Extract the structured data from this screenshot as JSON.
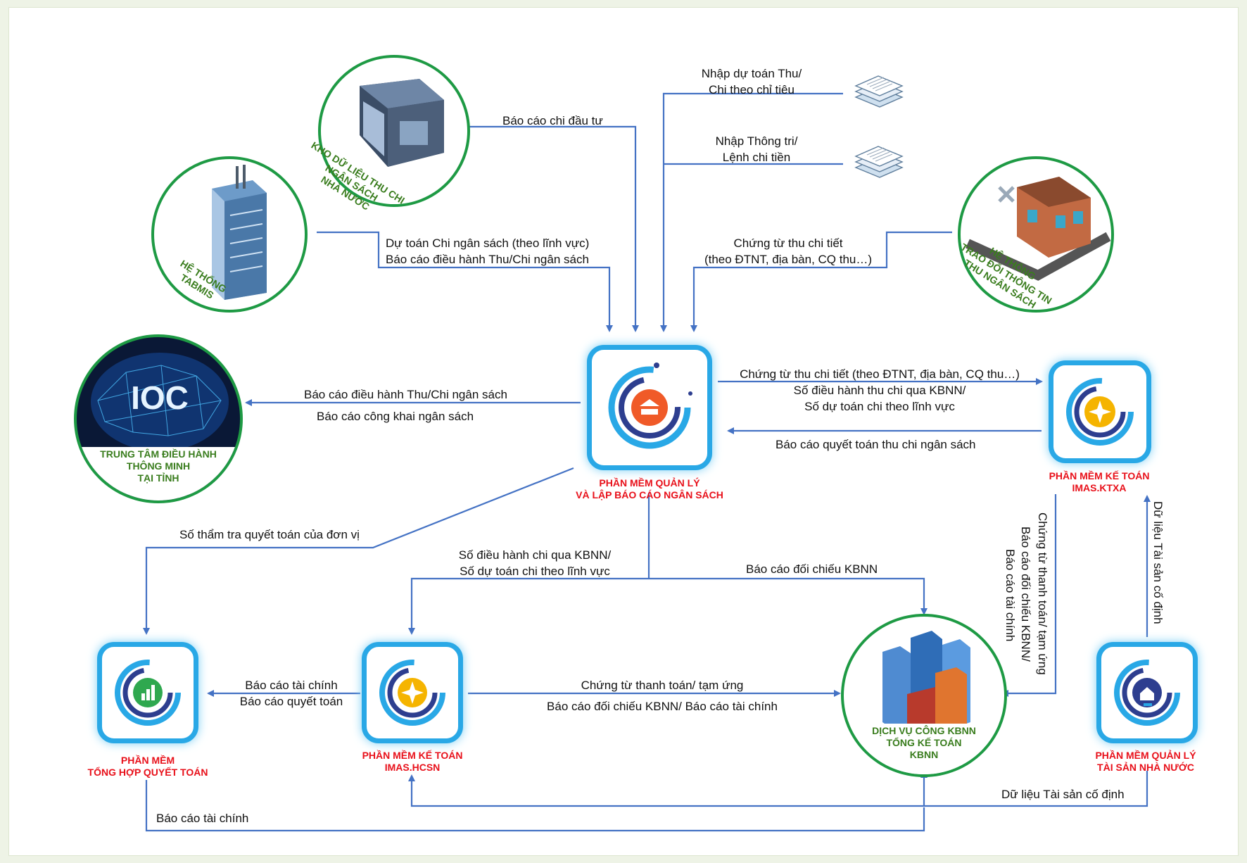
{
  "nodes": {
    "warehouse": {
      "lines": [
        "KHO DỮ LIỆU THU CHI",
        "NGÂN SÁCH",
        "NHÀ NƯỚC"
      ]
    },
    "tabmis": {
      "lines": [
        "HỆ THỐNG",
        "TABMIS"
      ]
    },
    "exchange": {
      "lines": [
        "HỆ THỐNG",
        "TRAO ĐỔI THÔNG TIN",
        "THU NGÂN SÁCH"
      ]
    },
    "ioc": {
      "badge": "IOC",
      "lines": [
        "TRUNG TÂM ĐIỀU HÀNH",
        "THÔNG MINH",
        "TẠI TỈNH"
      ]
    },
    "budget_app": {
      "lines": [
        "PHẦN MỀM QUẢN LÝ",
        "VÀ LẬP BÁO CÁO NGÂN SÁCH"
      ]
    },
    "ktxa_app": {
      "lines": [
        "PHẦN MỀM KẾ TOÁN",
        "IMAS.KTXA"
      ]
    },
    "summary_app": {
      "lines": [
        "PHẦN MỀM",
        "TỔNG HỢP QUYẾT TOÁN"
      ]
    },
    "hcsn_app": {
      "lines": [
        "PHẦN MỀM KẾ TOÁN",
        "IMAS.HCSN"
      ]
    },
    "kbnn": {
      "lines": [
        "DỊCH VỤ CÔNG KBNN",
        "TỔNG KẾ TOÁN",
        "KBNN"
      ]
    },
    "asset_app": {
      "lines": [
        "PHẦN MỀM QUẢN LÝ",
        "TÀI SẢN NHÀ NƯỚC"
      ]
    }
  },
  "labels": {
    "invest_report": "Báo cáo chi đầu tư",
    "tabmis_1": "Dự toán Chi ngân sách (theo lĩnh vực)",
    "tabmis_2": "Báo cáo điều hành Thu/Chi ngân sách",
    "plan_input_1": "Nhập dự toán Thu/",
    "plan_input_2": "Chi theo chỉ tiêu",
    "order_input_1": "Nhập Thông tri/",
    "order_input_2": "Lệnh chi tiền",
    "exchange_1": "Chứng từ thu chi tiết",
    "exchange_2": "(theo ĐTNT, địa bàn, CQ thu…)",
    "ioc_1": "Báo cáo điều hành Thu/Chi ngân sách",
    "ioc_2": "Báo cáo công khai ngân sách",
    "to_ktxa_1": "Chứng từ thu chi tiết (theo ĐTNT, địa bàn, CQ thu…)",
    "to_ktxa_2": "Số điều hành thu chi qua KBNN/",
    "to_ktxa_3": "Số dự toán chi theo lĩnh vực",
    "from_ktxa": "Báo cáo quyết toán thu chi ngân sách",
    "audit": "Số thẩm tra quyết toán của đơn vị",
    "to_hcsn_1": "Số điều hành chi qua KBNN/",
    "to_hcsn_2": "Số dự toán chi theo lĩnh vực",
    "reconcile": "Báo cáo đối chiếu KBNN",
    "ktxa_kbnn_1": "Chứng từ thanh toán/ tạm ứng",
    "ktxa_kbnn_2": "Báo cáo đối chiếu KBNN/",
    "ktxa_kbnn_3": "Báo cáo tài chính",
    "asset_up": "Dữ liệu Tài sản cố định",
    "hcsn_summary_1": "Báo cáo tài chính",
    "hcsn_summary_2": "Báo cáo quyết toán",
    "hcsn_kbnn_1": "Chứng từ thanh toán/ tạm ứng",
    "hcsn_kbnn_2": "Báo cáo đối chiếu KBNN/ Báo cáo tài chính",
    "asset_bottom": "Dữ liệu Tài sản cố định",
    "summary_bottom": "Báo cáo tài chính"
  },
  "colors": {
    "arrow": "#4472c4",
    "ring": "#1e9a44",
    "app_border": "#29a8e6",
    "title_red": "#e8101a",
    "circle_text": "#3a7d1e"
  }
}
